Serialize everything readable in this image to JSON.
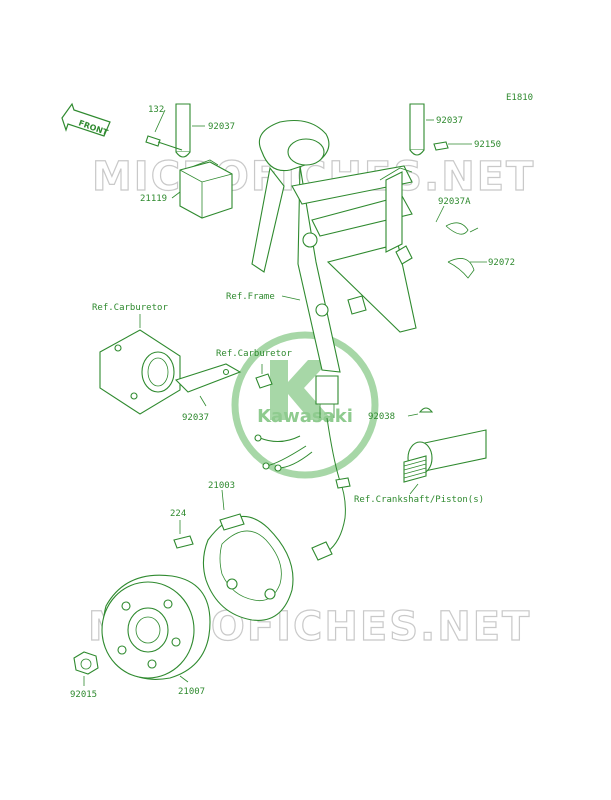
{
  "diagram": {
    "code": "E1810",
    "front_label": "FRONT",
    "watermark_text": "MICROFICHES.NET",
    "logo_text": "Kawasaki",
    "colors": {
      "line": "#2f8a2f",
      "watermark": "#c9c9c9",
      "logo": "#a7d7a7"
    },
    "labels": {
      "p132": "132",
      "p92037_tl": "92037",
      "p21119": "21119",
      "p92037_tr": "92037",
      "p92150": "92150",
      "p92037A": "92037A",
      "p92072": "92072",
      "ref_frame": "Ref.Frame",
      "ref_carb_left": "Ref.Carburetor",
      "ref_carb_mid": "Ref.Carburetor",
      "p92037_mid": "92037",
      "p92038": "92038",
      "ref_crank": "Ref.Crankshaft/Piston(s)",
      "p21003": "21003",
      "p224": "224",
      "p92015": "92015",
      "p21007": "21007"
    }
  }
}
